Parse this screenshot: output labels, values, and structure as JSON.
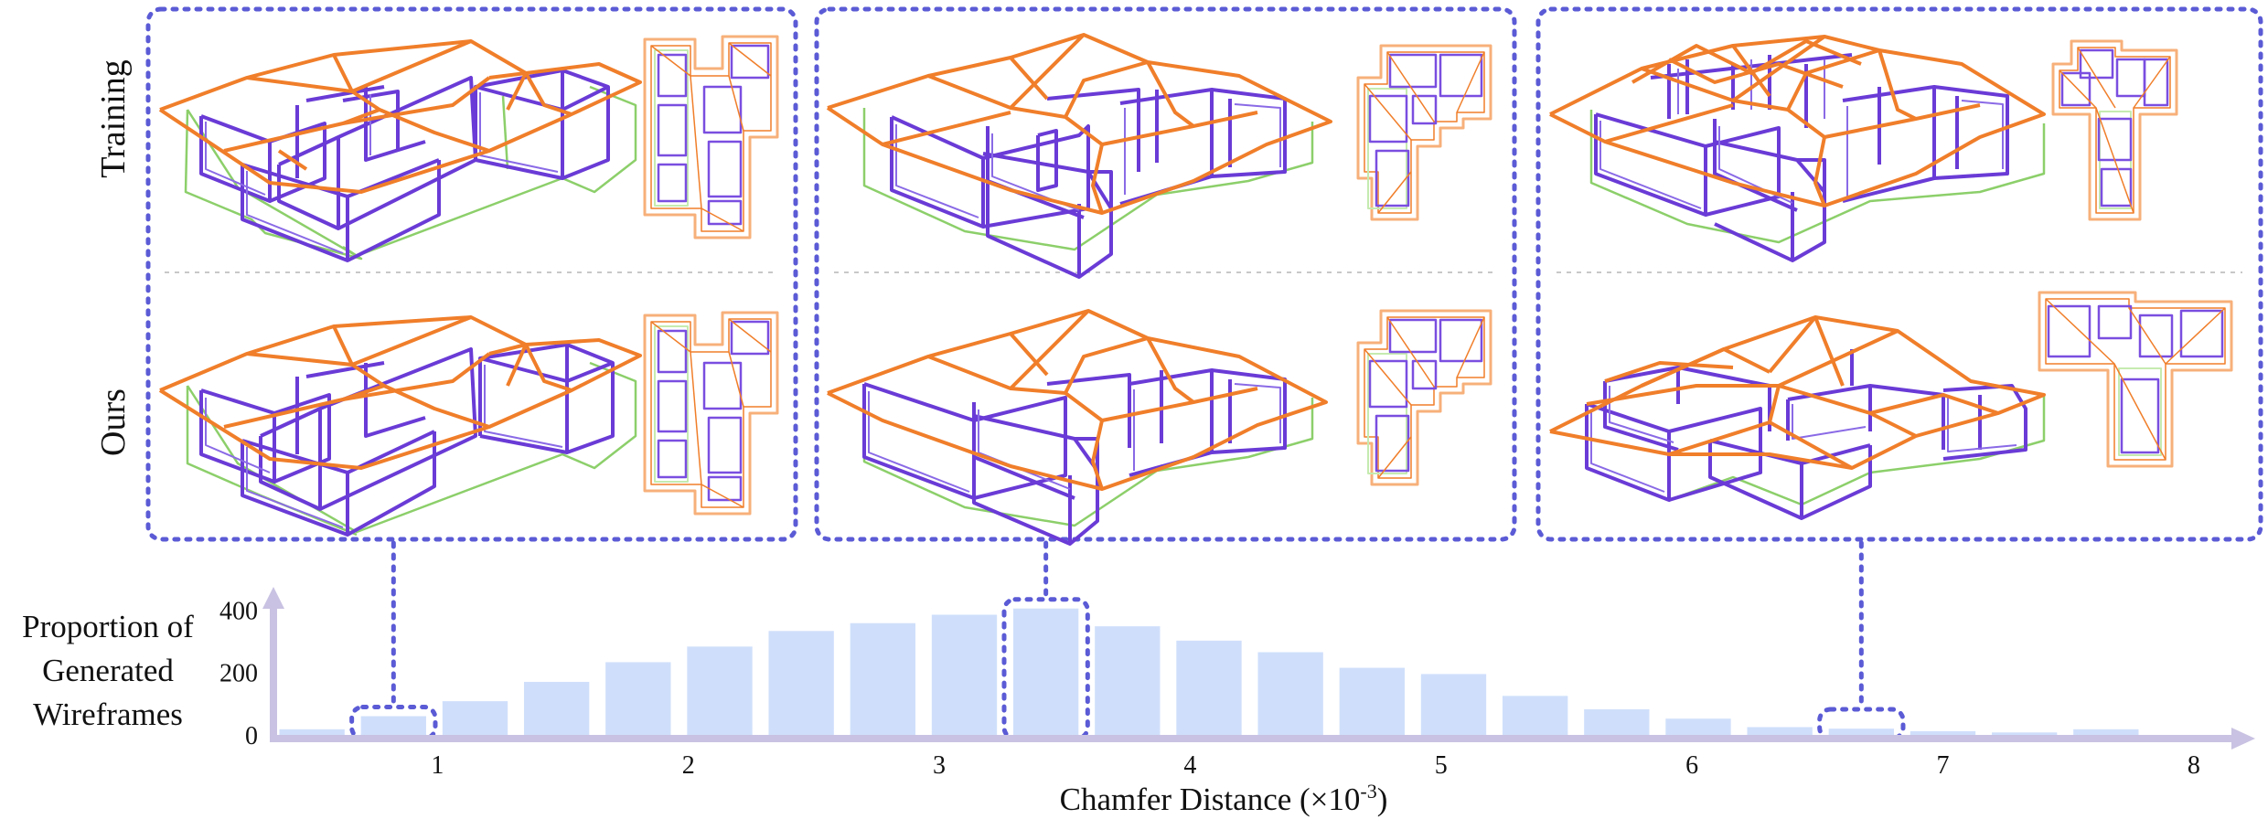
{
  "row_labels": {
    "training": "Training",
    "ours": "Ours"
  },
  "legend_colors": {
    "roof": "#f07e2a",
    "walls": "#6a3bd6",
    "footprint": "#8ccf6a",
    "highlight": "#5b5bd6",
    "bar": "#cfdffb",
    "axis": "#c9c2e2"
  },
  "chart_data": {
    "type": "bar",
    "ylabel": "Proportion of Generated Wireframes",
    "ylabel_lines": [
      "Proportion of",
      "Generated",
      "Wireframes"
    ],
    "xlabel": "Chamfer Distance (×10",
    "xlabel_exp": "-3",
    "xlabel_close": ")",
    "x_ticks": [
      1,
      2,
      3,
      4,
      5,
      6,
      7,
      8
    ],
    "y_ticks": [
      0,
      200,
      400
    ],
    "xlim": [
      0.35,
      8.15
    ],
    "ylim": [
      0,
      410
    ],
    "bin_width": 0.325,
    "bins": [
      {
        "x": 0.5,
        "value": 18
      },
      {
        "x": 0.825,
        "value": 60
      },
      {
        "x": 1.15,
        "value": 108
      },
      {
        "x": 1.475,
        "value": 170
      },
      {
        "x": 1.8,
        "value": 233
      },
      {
        "x": 2.125,
        "value": 283
      },
      {
        "x": 2.45,
        "value": 333
      },
      {
        "x": 2.775,
        "value": 358
      },
      {
        "x": 3.1,
        "value": 385
      },
      {
        "x": 3.425,
        "value": 405
      },
      {
        "x": 3.75,
        "value": 348
      },
      {
        "x": 4.075,
        "value": 302
      },
      {
        "x": 4.4,
        "value": 265
      },
      {
        "x": 4.725,
        "value": 215
      },
      {
        "x": 5.05,
        "value": 195
      },
      {
        "x": 5.375,
        "value": 125
      },
      {
        "x": 5.7,
        "value": 82
      },
      {
        "x": 6.025,
        "value": 52
      },
      {
        "x": 6.35,
        "value": 25
      },
      {
        "x": 6.675,
        "value": 20
      },
      {
        "x": 7.0,
        "value": 12
      },
      {
        "x": 7.325,
        "value": 8
      },
      {
        "x": 7.65,
        "value": 18
      }
    ],
    "highlighted_bins": [
      0.825,
      3.425,
      6.675
    ]
  }
}
